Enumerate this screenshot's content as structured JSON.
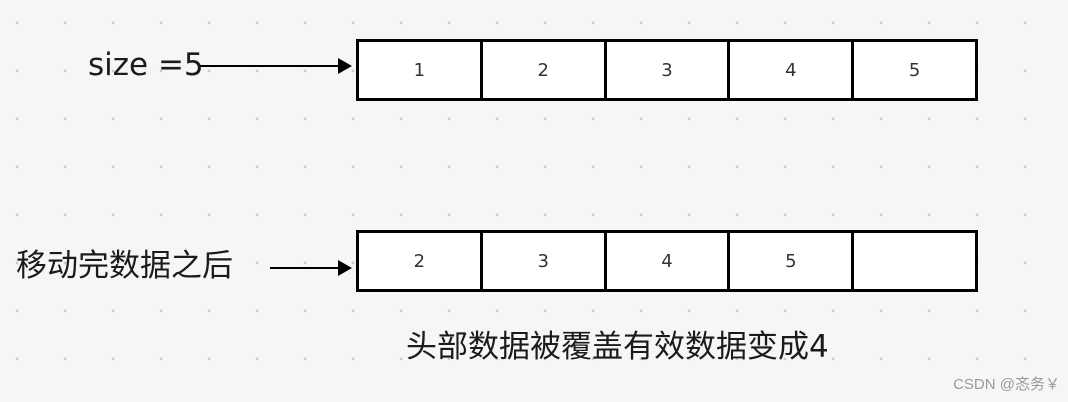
{
  "rows": [
    {
      "label": "size =5",
      "cells": [
        "1",
        "2",
        "3",
        "4",
        "5"
      ]
    },
    {
      "label": "移动完数据之后",
      "cells": [
        "2",
        "3",
        "4",
        "5",
        ""
      ]
    }
  ],
  "caption": "头部数据被覆盖有效数据变成4",
  "watermark": "CSDN @忞务￥"
}
